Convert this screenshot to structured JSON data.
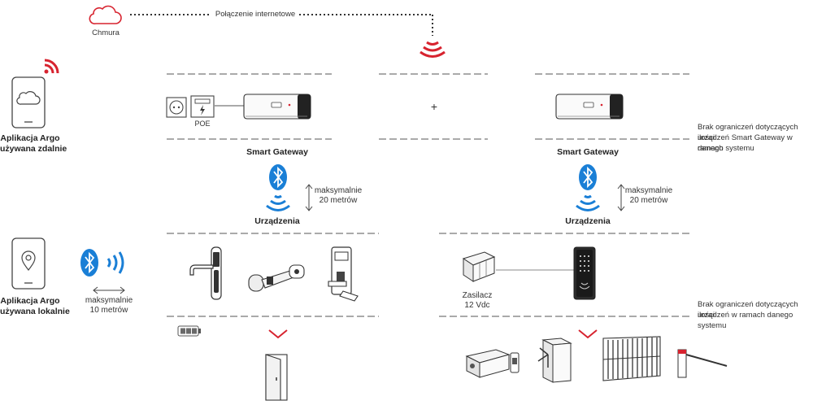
{
  "cloud": {
    "label": "Chmura",
    "connection_label": "Połączenie internetowe"
  },
  "left_panel": {
    "remote_app": {
      "line1": "Aplikacja Argo",
      "line2": "używana zdalnie"
    },
    "local_app": {
      "line1": "Aplikacja Argo",
      "line2": "używana lokalnie"
    },
    "bt_range": {
      "line1": "maksymalnie",
      "line2": "10 metrów"
    }
  },
  "left_column": {
    "poe_label": "POE",
    "gateway_title": "Smart Gateway",
    "range": {
      "line1": "maksymalnie",
      "line2": "20 metrów"
    },
    "devices_title": "Urządzenia"
  },
  "plus_sign": "+",
  "right_column": {
    "gateway_title": "Smart Gateway",
    "range": {
      "line1": "maksymalnie",
      "line2": "20 metrów"
    },
    "devices_title": "Urządzenia",
    "power_supply": {
      "line1": "Zasilacz",
      "line2": "12 Vdc"
    }
  },
  "notes": {
    "gateway_note": {
      "line1": "Brak ograniczeń dotyczących ilości",
      "line2": "urządzeń Smart Gateway w ramach",
      "line3": "danego systemu"
    },
    "devices_note": {
      "line1": "Brak ograniczeń dotyczących ilości",
      "line2": "urządzeń w ramach danego systemu"
    }
  },
  "colors": {
    "accent_red": "#d7232f",
    "bluetooth_blue": "#1a7fd6",
    "line_gray": "#555555"
  }
}
